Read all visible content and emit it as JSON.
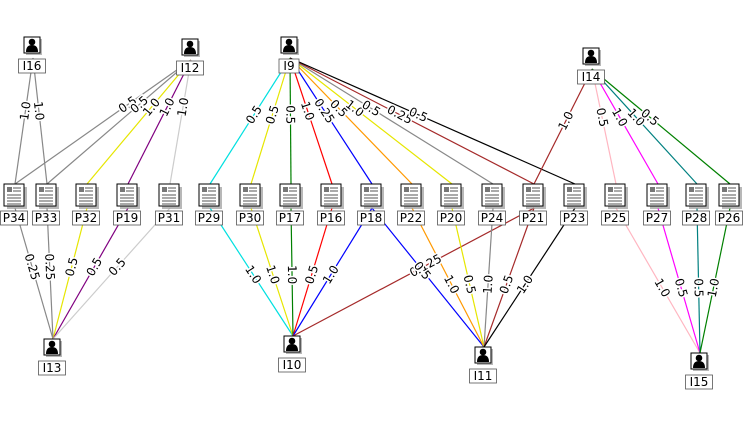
{
  "nodes": [
    {
      "id": "I16",
      "label": "I16",
      "kind": "person"
    },
    {
      "id": "I12",
      "label": "I12",
      "kind": "person"
    },
    {
      "id": "I9",
      "label": "I9",
      "kind": "person"
    },
    {
      "id": "I14",
      "label": "I14",
      "kind": "person"
    },
    {
      "id": "P34",
      "label": "P34",
      "kind": "document"
    },
    {
      "id": "P33",
      "label": "P33",
      "kind": "document"
    },
    {
      "id": "P32",
      "label": "P32",
      "kind": "document"
    },
    {
      "id": "P19",
      "label": "P19",
      "kind": "document"
    },
    {
      "id": "P31",
      "label": "P31",
      "kind": "document"
    },
    {
      "id": "P29",
      "label": "P29",
      "kind": "document"
    },
    {
      "id": "P30",
      "label": "P30",
      "kind": "document"
    },
    {
      "id": "P17",
      "label": "P17",
      "kind": "document"
    },
    {
      "id": "P16",
      "label": "P16",
      "kind": "document"
    },
    {
      "id": "P18",
      "label": "P18",
      "kind": "document"
    },
    {
      "id": "P22",
      "label": "P22",
      "kind": "document"
    },
    {
      "id": "P20",
      "label": "P20",
      "kind": "document"
    },
    {
      "id": "P24",
      "label": "P24",
      "kind": "document"
    },
    {
      "id": "P21",
      "label": "P21",
      "kind": "document"
    },
    {
      "id": "P23",
      "label": "P23",
      "kind": "document"
    },
    {
      "id": "P25",
      "label": "P25",
      "kind": "document"
    },
    {
      "id": "P27",
      "label": "P27",
      "kind": "document"
    },
    {
      "id": "P28",
      "label": "P28",
      "kind": "document"
    },
    {
      "id": "P26",
      "label": "P26",
      "kind": "document"
    },
    {
      "id": "I13",
      "label": "I13",
      "kind": "person"
    },
    {
      "id": "I10",
      "label": "I10",
      "kind": "person"
    },
    {
      "id": "I11",
      "label": "I11",
      "kind": "person"
    },
    {
      "id": "I15",
      "label": "I15",
      "kind": "person"
    }
  ],
  "edges": [
    {
      "from": "I16",
      "to": "P34",
      "label": "1.0",
      "color": "#888888"
    },
    {
      "from": "I16",
      "to": "P33",
      "label": "1.0",
      "color": "#888888"
    },
    {
      "from": "I12",
      "to": "P34",
      "label": "0.5",
      "color": "#888888"
    },
    {
      "from": "I12",
      "to": "P33",
      "label": "0.5",
      "color": "#888888"
    },
    {
      "from": "I12",
      "to": "P32",
      "label": "1.0",
      "color": "#e6e600"
    },
    {
      "from": "I12",
      "to": "P19",
      "label": "1.0",
      "color": "#800080"
    },
    {
      "from": "I12",
      "to": "P31",
      "label": "1.0",
      "color": "#cccccc"
    },
    {
      "from": "I9",
      "to": "P29",
      "label": "0.5",
      "color": "#00e0e0"
    },
    {
      "from": "I9",
      "to": "P30",
      "label": "0.5",
      "color": "#e6e600"
    },
    {
      "from": "I9",
      "to": "P17",
      "label": "0.5",
      "color": "#008000"
    },
    {
      "from": "I9",
      "to": "P16",
      "label": "1.0",
      "color": "#ff0000"
    },
    {
      "from": "I9",
      "to": "P18",
      "label": "0.25",
      "color": "#0000ff"
    },
    {
      "from": "I9",
      "to": "P22",
      "label": "0.5",
      "color": "#ff9900"
    },
    {
      "from": "I9",
      "to": "P20",
      "label": "1.0",
      "color": "#e6e600"
    },
    {
      "from": "I9",
      "to": "P24",
      "label": "0.5",
      "color": "#888888"
    },
    {
      "from": "I9",
      "to": "P21",
      "label": "0.25",
      "color": "#a52a2a"
    },
    {
      "from": "I9",
      "to": "P23",
      "label": "0.5",
      "color": "#000000"
    },
    {
      "from": "I14",
      "to": "P21",
      "label": "1.0",
      "color": "#a52a2a"
    },
    {
      "from": "I14",
      "to": "P25",
      "label": "0.5",
      "color": "#ffb6c1"
    },
    {
      "from": "I14",
      "to": "P27",
      "label": "1.0",
      "color": "#ff00ff"
    },
    {
      "from": "I14",
      "to": "P28",
      "label": "1.0",
      "color": "#008080"
    },
    {
      "from": "I14",
      "to": "P26",
      "label": "0.5",
      "color": "#008000"
    },
    {
      "from": "P34",
      "to": "I13",
      "label": "0.25",
      "color": "#888888"
    },
    {
      "from": "P33",
      "to": "I13",
      "label": "0.25",
      "color": "#888888"
    },
    {
      "from": "P32",
      "to": "I13",
      "label": "0.5",
      "color": "#e6e600"
    },
    {
      "from": "P19",
      "to": "I13",
      "label": "0.5",
      "color": "#800080"
    },
    {
      "from": "P31",
      "to": "I13",
      "label": "0.5",
      "color": "#cccccc"
    },
    {
      "from": "P29",
      "to": "I10",
      "label": "1.0",
      "color": "#00e0e0"
    },
    {
      "from": "P30",
      "to": "I10",
      "label": "1.0",
      "color": "#e6e600"
    },
    {
      "from": "P17",
      "to": "I10",
      "label": "1.0",
      "color": "#008000"
    },
    {
      "from": "P16",
      "to": "I10",
      "label": "0.5",
      "color": "#ff0000"
    },
    {
      "from": "P18",
      "to": "I10",
      "label": "1.0",
      "color": "#0000ff"
    },
    {
      "from": "P21",
      "to": "I10",
      "label": "0.125",
      "color": "#a52a2a"
    },
    {
      "from": "P18",
      "to": "I11",
      "label": "0.5",
      "color": "#0000ff"
    },
    {
      "from": "P22",
      "to": "I11",
      "label": "1.0",
      "color": "#ff9900"
    },
    {
      "from": "P20",
      "to": "I11",
      "label": "0.5",
      "color": "#e6e600"
    },
    {
      "from": "P24",
      "to": "I11",
      "label": "1.0",
      "color": "#888888"
    },
    {
      "from": "P21",
      "to": "I11",
      "label": "0.5",
      "color": "#a52a2a"
    },
    {
      "from": "P23",
      "to": "I11",
      "label": "1.0",
      "color": "#000000"
    },
    {
      "from": "P25",
      "to": "I15",
      "label": "1.0",
      "color": "#ffb6c1"
    },
    {
      "from": "P27",
      "to": "I15",
      "label": "0.5",
      "color": "#ff00ff"
    },
    {
      "from": "P28",
      "to": "I15",
      "label": "0.5",
      "color": "#008080"
    },
    {
      "from": "P26",
      "to": "I15",
      "label": "1.0",
      "color": "#008000"
    }
  ]
}
